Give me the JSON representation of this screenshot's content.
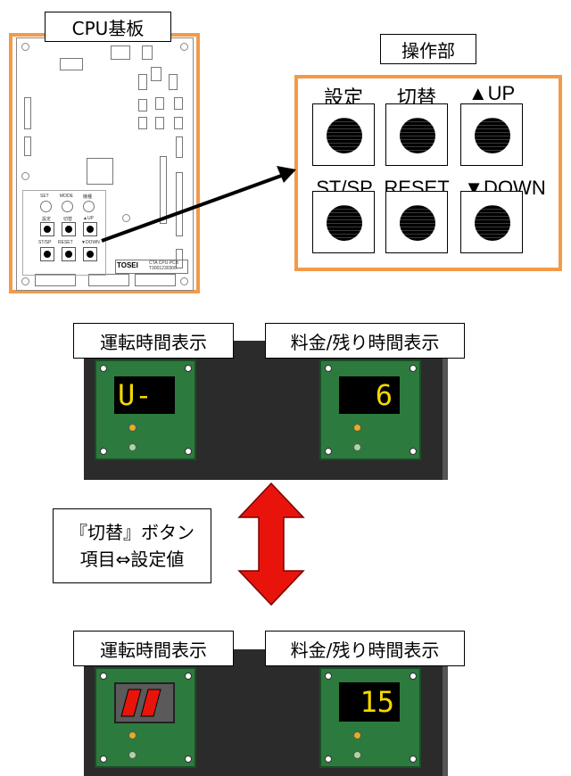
{
  "cpu_board": {
    "title": "CPU基板",
    "mini_labels": {
      "set": "SET",
      "mode": "MODE",
      "kishu": "機種",
      "settei": "設定",
      "kirikae": "切替",
      "up": "▲UP",
      "stsp": "ST/SP",
      "reset": "RESET",
      "down": "▼DOWN",
      "logo": "TOSEI",
      "pcb_name": "CTA CPU PCB",
      "pcb_code": "T3001230306"
    }
  },
  "operation": {
    "title": "操作部",
    "buttons": [
      {
        "label": "設定"
      },
      {
        "label": "切替"
      },
      {
        "label": "▲UP"
      },
      {
        "label": "ST/SP"
      },
      {
        "label": "RESET"
      },
      {
        "label": "▼DOWN"
      }
    ]
  },
  "panel_top": {
    "left_label": "運転時間表示",
    "right_label": "料金/残り時間表示",
    "left_display": "U-",
    "right_display": "6"
  },
  "middle_note": {
    "line1": "『切替』ボタン",
    "line2": "項目⇔設定値"
  },
  "panel_bottom": {
    "left_label": "運転時間表示",
    "right_label": "料金/残り時間表示",
    "right_display": "15"
  },
  "colors": {
    "orange_frame": "#f39a4a",
    "panel": "#2b2b2b",
    "pcb_green": "#2d7a3e",
    "display_yellow": "#f5d800",
    "arrow_red": "#e8140c",
    "segment_red": "#e8140c"
  }
}
